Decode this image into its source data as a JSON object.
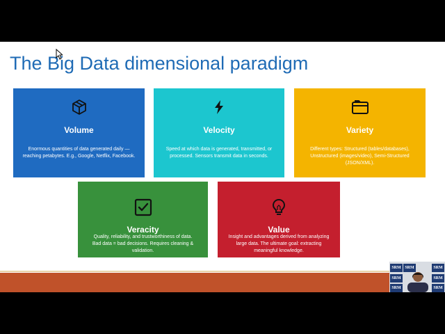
{
  "slide": {
    "title": "The Big Data dimensional paradigm"
  },
  "cards": {
    "volume": {
      "title": "Volume",
      "color": "#1f6bc1",
      "icon": "cube-icon",
      "desc": "Enormous quantities of data generated daily — reaching petabytes. E.g., Google, Netflix, Facebook."
    },
    "velocity": {
      "title": "Velocity",
      "color": "#1cc6cf",
      "icon": "lightning-icon",
      "desc": "Speed at which data is generated, transmitted, or processed. Sensors transmit data in seconds."
    },
    "variety": {
      "title": "Variety",
      "color": "#f4b400",
      "icon": "folder-icon",
      "desc": "Different types: Structured (tables/databases), Unstructured (images/video), Semi-Structured (JSON/XML)."
    },
    "veracity": {
      "title": "Veracity",
      "color": "#38913c",
      "icon": "checkbox-icon",
      "desc": "Quality, reliability, and trustworthiness of data. Bad data = bad decisions. Requires cleaning & validation."
    },
    "value": {
      "title": "Value",
      "color": "#c41f2e",
      "icon": "lightbulb-icon",
      "desc": "Insight and advantages derived from analyzing large data. The ultimate goal: extracting meaningful knowledge."
    }
  },
  "webcam": {
    "logo_text": "SRM"
  }
}
